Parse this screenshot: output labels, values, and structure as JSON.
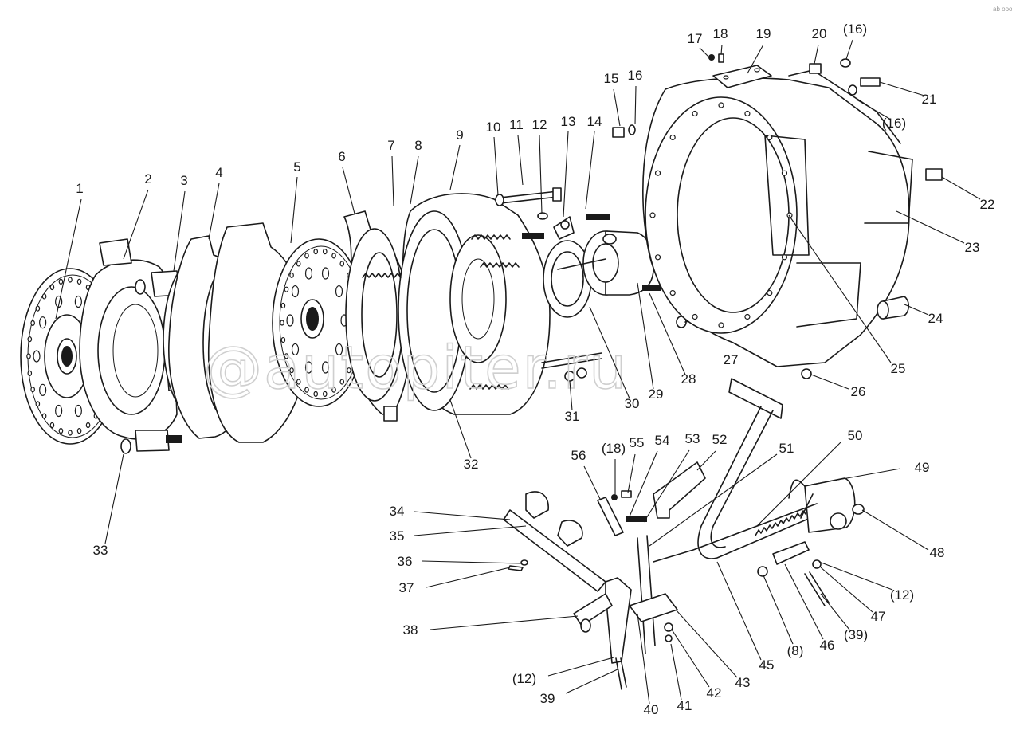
{
  "watermark": "@autopiter.ru",
  "corner_mark": "ab ooo",
  "callouts": [
    {
      "id": "c1",
      "text": "1"
    },
    {
      "id": "c2",
      "text": "2"
    },
    {
      "id": "c3",
      "text": "3"
    },
    {
      "id": "c4",
      "text": "4"
    },
    {
      "id": "c5",
      "text": "5"
    },
    {
      "id": "c6",
      "text": "6"
    },
    {
      "id": "c7",
      "text": "7"
    },
    {
      "id": "c8",
      "text": "8"
    },
    {
      "id": "c9",
      "text": "9"
    },
    {
      "id": "c10",
      "text": "10"
    },
    {
      "id": "c11",
      "text": "11"
    },
    {
      "id": "c12",
      "text": "12"
    },
    {
      "id": "c13",
      "text": "13"
    },
    {
      "id": "c14",
      "text": "14"
    },
    {
      "id": "c15",
      "text": "15"
    },
    {
      "id": "c16",
      "text": "16"
    },
    {
      "id": "c17",
      "text": "17"
    },
    {
      "id": "c18",
      "text": "18"
    },
    {
      "id": "c19",
      "text": "19"
    },
    {
      "id": "c20",
      "text": "20"
    },
    {
      "id": "c16b",
      "text": "(16)"
    },
    {
      "id": "c21",
      "text": "21"
    },
    {
      "id": "c16c",
      "text": "(16)"
    },
    {
      "id": "c22",
      "text": "22"
    },
    {
      "id": "c23",
      "text": "23"
    },
    {
      "id": "c24",
      "text": "24"
    },
    {
      "id": "c25",
      "text": "25"
    },
    {
      "id": "c26",
      "text": "26"
    },
    {
      "id": "c27",
      "text": "27"
    },
    {
      "id": "c28",
      "text": "28"
    },
    {
      "id": "c29",
      "text": "29"
    },
    {
      "id": "c30",
      "text": "30"
    },
    {
      "id": "c31",
      "text": "31"
    },
    {
      "id": "c32",
      "text": "32"
    },
    {
      "id": "c33",
      "text": "33"
    },
    {
      "id": "c34",
      "text": "34"
    },
    {
      "id": "c35",
      "text": "35"
    },
    {
      "id": "c36",
      "text": "36"
    },
    {
      "id": "c37",
      "text": "37"
    },
    {
      "id": "c38",
      "text": "38"
    },
    {
      "id": "c12b",
      "text": "(12)"
    },
    {
      "id": "c39",
      "text": "39"
    },
    {
      "id": "c40",
      "text": "40"
    },
    {
      "id": "c41",
      "text": "41"
    },
    {
      "id": "c42",
      "text": "42"
    },
    {
      "id": "c43",
      "text": "43"
    },
    {
      "id": "c45",
      "text": "45"
    },
    {
      "id": "c8b",
      "text": "(8)"
    },
    {
      "id": "c46",
      "text": "46"
    },
    {
      "id": "c39b",
      "text": "(39)"
    },
    {
      "id": "c47",
      "text": "47"
    },
    {
      "id": "c12c",
      "text": "(12)"
    },
    {
      "id": "c48",
      "text": "48"
    },
    {
      "id": "c49",
      "text": "49"
    },
    {
      "id": "c50",
      "text": "50"
    },
    {
      "id": "c51",
      "text": "51"
    },
    {
      "id": "c52",
      "text": "52"
    },
    {
      "id": "c53",
      "text": "53"
    },
    {
      "id": "c54",
      "text": "54"
    },
    {
      "id": "c55",
      "text": "55"
    },
    {
      "id": "c18b",
      "text": "(18)"
    },
    {
      "id": "c56",
      "text": "56"
    }
  ]
}
